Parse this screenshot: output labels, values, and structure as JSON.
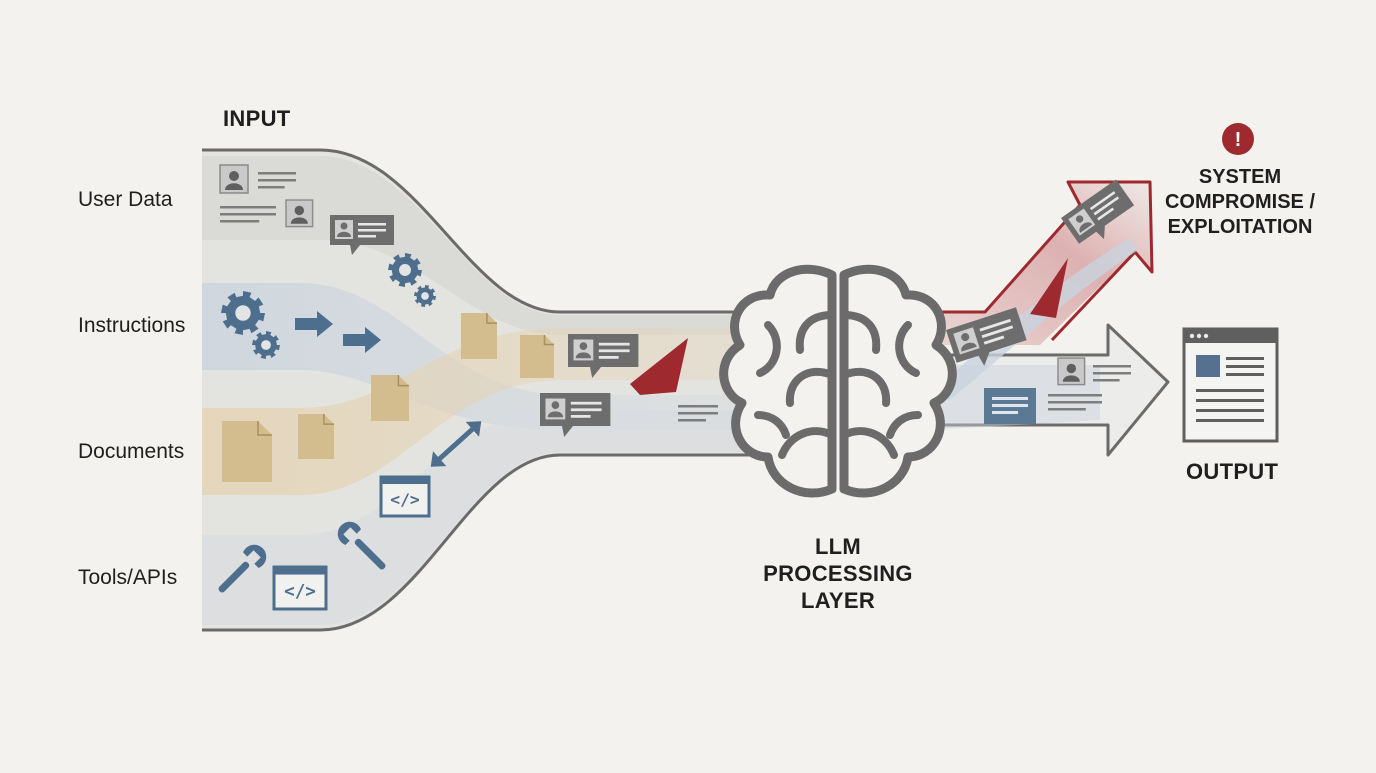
{
  "labels": {
    "input": "INPUT",
    "output": "OUTPUT",
    "rows": {
      "user_data": "User Data",
      "instructions": "Instructions",
      "documents": "Documents",
      "tools_apis": "Tools/APIs"
    },
    "processing": [
      "LLM",
      "PROCESSING",
      "LAYER"
    ],
    "compromise": [
      "SYSTEM",
      "COMPROMISE /",
      "EXPLOITATION"
    ],
    "alert_glyph": "!"
  },
  "colors": {
    "background": "#f3f2ee",
    "stream_gray": "#dcdcdc",
    "stream_tan": "#e5d3b3",
    "stream_blue": "#c9d3de",
    "outline": "#6b6b6b",
    "icon_gray": "#6d6d6d",
    "icon_blue": "#4e6e8e",
    "doc_tan": "#d3bd8f",
    "threat_red": "#9e2a2f"
  },
  "icons": [
    "user-card-icon",
    "chat-bubble-icon",
    "gear-icon",
    "arrow-right-icon",
    "document-icon",
    "code-window-icon",
    "wrench-icon",
    "double-arrow-icon",
    "brain-icon",
    "alert-icon",
    "browser-window-icon",
    "warning-shard-icon"
  ]
}
